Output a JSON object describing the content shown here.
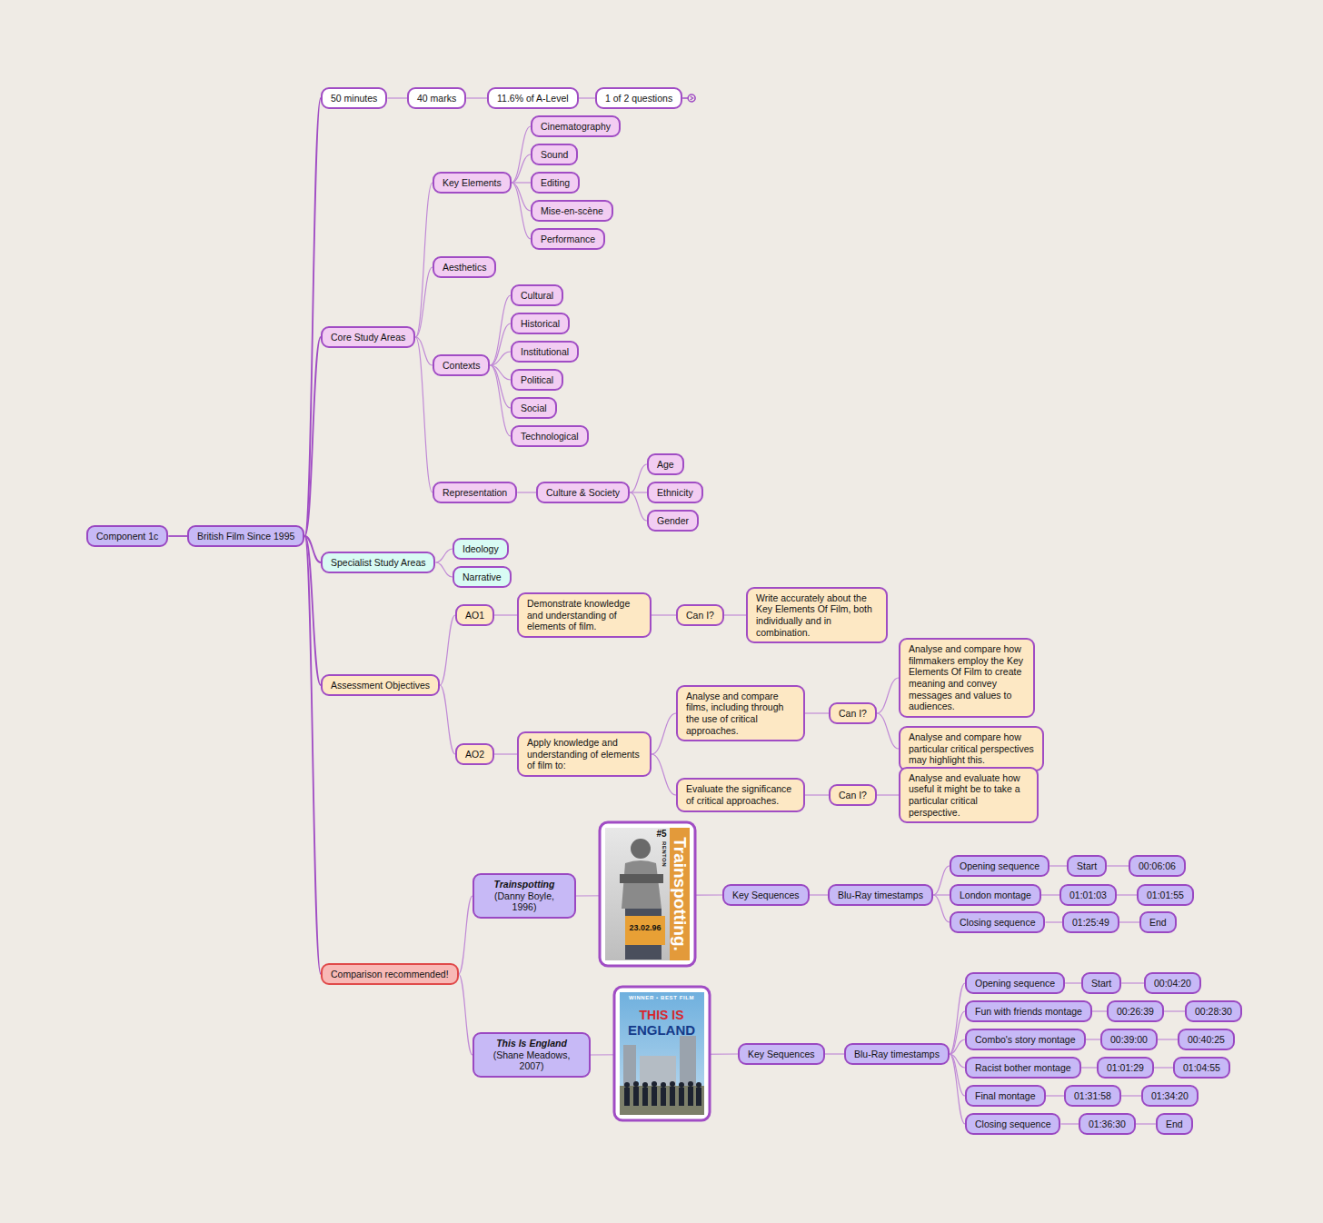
{
  "diagram": {
    "nodes": [
      {
        "text": [
          "Component 1c"
        ]
      },
      {
        "text": [
          "British Film Since 1995"
        ]
      },
      {
        "text": [
          "50 minutes"
        ]
      },
      {
        "text": [
          "40 marks"
        ]
      },
      {
        "text": [
          "11.6% of A-Level"
        ]
      },
      {
        "text": [
          "1 of 2 questions"
        ]
      },
      {
        "text": [
          "Core Study Areas"
        ]
      },
      {
        "text": [
          "Key Elements"
        ]
      },
      {
        "text": [
          "Cinematography"
        ]
      },
      {
        "text": [
          "Sound"
        ]
      },
      {
        "text": [
          "Editing"
        ]
      },
      {
        "text": [
          "Mise-en-scène"
        ]
      },
      {
        "text": [
          "Performance"
        ]
      },
      {
        "text": [
          "Aesthetics"
        ]
      },
      {
        "text": [
          "Contexts"
        ]
      },
      {
        "text": [
          "Cultural"
        ]
      },
      {
        "text": [
          "Historical"
        ]
      },
      {
        "text": [
          "Institutional"
        ]
      },
      {
        "text": [
          "Political"
        ]
      },
      {
        "text": [
          "Social"
        ]
      },
      {
        "text": [
          "Technological"
        ]
      },
      {
        "text": [
          "Representation"
        ]
      },
      {
        "text": [
          "Culture & Society"
        ]
      },
      {
        "text": [
          "Age"
        ]
      },
      {
        "text": [
          "Ethnicity"
        ]
      },
      {
        "text": [
          "Gender"
        ]
      },
      {
        "text": [
          "Specialist Study Areas"
        ]
      },
      {
        "text": [
          "Ideology"
        ]
      },
      {
        "text": [
          "Narrative"
        ]
      },
      {
        "text": [
          "Assessment Objectives"
        ]
      },
      {
        "text": [
          "AO1"
        ]
      },
      {
        "text": [
          "Demonstrate knowledge and understanding of elements of film."
        ]
      },
      {
        "text": [
          "Can I?"
        ]
      },
      {
        "text": [
          "Write accurately about the Key Elements Of Film, both individually and in combination."
        ]
      },
      {
        "text": [
          "AO2"
        ]
      },
      {
        "text": [
          "Apply knowledge and understanding of elements of film to:"
        ]
      },
      {
        "text": [
          "Analyse and compare films, including through the use of critical approaches."
        ]
      },
      {
        "text": [
          "Can I?"
        ]
      },
      {
        "text": [
          "Analyse and compare how filmmakers employ the Key Elements Of Film to create meaning and convey messages and values to audiences."
        ]
      },
      {
        "text": [
          "Analyse and compare how particular critical perspectives may highlight this."
        ]
      },
      {
        "text": [
          "Evaluate the significance of critical approaches."
        ]
      },
      {
        "text": [
          "Can I?"
        ]
      },
      {
        "text": [
          "Analyse and evaluate how useful it might be to take a particular critical perspective."
        ]
      },
      {
        "text": [
          "Comparison recommended!"
        ]
      },
      {
        "text": [
          "Trainspotting",
          "(Danny Boyle, 1996)"
        ]
      },
      {
        "text": [
          "Key Sequences"
        ]
      },
      {
        "text": [
          "Blu-Ray timestamps"
        ]
      },
      {
        "text": [
          "Opening sequence"
        ]
      },
      {
        "text": [
          "Start"
        ]
      },
      {
        "text": [
          "00:06:06"
        ]
      },
      {
        "text": [
          "London montage"
        ]
      },
      {
        "text": [
          "01:01:03"
        ]
      },
      {
        "text": [
          "01:01:55"
        ]
      },
      {
        "text": [
          "Closing sequence"
        ]
      },
      {
        "text": [
          "01:25:49"
        ]
      },
      {
        "text": [
          "End"
        ]
      },
      {
        "text": [
          "This Is England",
          "(Shane Meadows, 2007)"
        ]
      },
      {
        "text": [
          "Key Sequences"
        ]
      },
      {
        "text": [
          "Blu-Ray timestamps"
        ]
      },
      {
        "text": [
          "Opening sequence"
        ]
      },
      {
        "text": [
          "Start"
        ]
      },
      {
        "text": [
          "00:04:20"
        ]
      },
      {
        "text": [
          "Fun with friends montage"
        ]
      },
      {
        "text": [
          "00:26:39"
        ]
      },
      {
        "text": [
          "00:28:30"
        ]
      },
      {
        "text": [
          "Combo's story montage"
        ]
      },
      {
        "text": [
          "00:39:00"
        ]
      },
      {
        "text": [
          "00:40:25"
        ]
      },
      {
        "text": [
          "Racist bother montage"
        ]
      },
      {
        "text": [
          "01:01:29"
        ]
      },
      {
        "text": [
          "01:04:55"
        ]
      },
      {
        "text": [
          "Final montage"
        ]
      },
      {
        "text": [
          "01:31:58"
        ]
      },
      {
        "text": [
          "01:34:20"
        ]
      },
      {
        "text": [
          "Closing sequence"
        ]
      },
      {
        "text": [
          "01:36:30"
        ]
      },
      {
        "text": [
          "End"
        ]
      }
    ],
    "edges": [
      {
        "from": 0,
        "to": 1,
        "arrow": "none"
      },
      {
        "from": 1,
        "to": 2,
        "arrow": "none"
      },
      {
        "from": 2,
        "to": 3,
        "arrow": "none"
      },
      {
        "from": 3,
        "to": 4,
        "arrow": "none"
      },
      {
        "from": 4,
        "to": 5,
        "arrow": "none"
      },
      {
        "from": 1,
        "to": 6,
        "arrow": "none"
      },
      {
        "from": 6,
        "to": 7,
        "arrow": "none"
      },
      {
        "from": 7,
        "to": 8,
        "arrow": "none"
      },
      {
        "from": 7,
        "to": 9,
        "arrow": "none"
      },
      {
        "from": 7,
        "to": 10,
        "arrow": "none"
      },
      {
        "from": 7,
        "to": 11,
        "arrow": "none"
      },
      {
        "from": 7,
        "to": 12,
        "arrow": "none"
      },
      {
        "from": 6,
        "to": 13,
        "arrow": "none"
      },
      {
        "from": 6,
        "to": 14,
        "arrow": "none"
      },
      {
        "from": 14,
        "to": 15,
        "arrow": "none"
      },
      {
        "from": 14,
        "to": 16,
        "arrow": "none"
      },
      {
        "from": 14,
        "to": 17,
        "arrow": "none"
      },
      {
        "from": 14,
        "to": 18,
        "arrow": "none"
      },
      {
        "from": 14,
        "to": 19,
        "arrow": "none"
      },
      {
        "from": 14,
        "to": 20,
        "arrow": "none"
      },
      {
        "from": 6,
        "to": 21,
        "arrow": "none"
      },
      {
        "from": 21,
        "to": 22,
        "arrow": "none"
      },
      {
        "from": 22,
        "to": 23,
        "arrow": "none"
      },
      {
        "from": 22,
        "to": 24,
        "arrow": "none"
      },
      {
        "from": 22,
        "to": 25,
        "arrow": "none"
      },
      {
        "from": 1,
        "to": 26,
        "arrow": "none"
      },
      {
        "from": 26,
        "to": 27,
        "arrow": "none"
      },
      {
        "from": 26,
        "to": 28,
        "arrow": "none"
      },
      {
        "from": 1,
        "to": 29,
        "arrow": "none"
      },
      {
        "from": 29,
        "to": 30,
        "arrow": "none"
      },
      {
        "from": 30,
        "to": 31,
        "arrow": "none"
      },
      {
        "from": 31,
        "to": 32,
        "arrow": "none"
      },
      {
        "from": 32,
        "to": 33,
        "arrow": "none"
      },
      {
        "from": 29,
        "to": 34,
        "arrow": "none"
      },
      {
        "from": 34,
        "to": 35,
        "arrow": "none"
      },
      {
        "from": 35,
        "to": 36,
        "arrow": "none"
      },
      {
        "from": 36,
        "to": 37,
        "arrow": "none"
      },
      {
        "from": 37,
        "to": 38,
        "arrow": "none"
      },
      {
        "from": 37,
        "to": 39,
        "arrow": "none"
      },
      {
        "from": 35,
        "to": 40,
        "arrow": "none"
      },
      {
        "from": 40,
        "to": 41,
        "arrow": "none"
      },
      {
        "from": 41,
        "to": 42,
        "arrow": "none"
      },
      {
        "from": 1,
        "to": 43,
        "arrow": "none"
      },
      {
        "from": 43,
        "to": 44,
        "arrow": "none"
      },
      {
        "from": 43,
        "to": 56,
        "arrow": "none"
      },
      {
        "from": 44,
        "to": 45,
        "arrow": "none"
      },
      {
        "from": 45,
        "to": 46,
        "arrow": "none"
      },
      {
        "from": 46,
        "to": 47,
        "arrow": "none"
      },
      {
        "from": 47,
        "to": 48,
        "arrow": "none"
      },
      {
        "from": 48,
        "to": 49,
        "arrow": "none"
      },
      {
        "from": 46,
        "to": 50,
        "arrow": "none"
      },
      {
        "from": 50,
        "to": 51,
        "arrow": "none"
      },
      {
        "from": 51,
        "to": 52,
        "arrow": "none"
      },
      {
        "from": 46,
        "to": 53,
        "arrow": "none"
      },
      {
        "from": 53,
        "to": 54,
        "arrow": "none"
      },
      {
        "from": 54,
        "to": 55,
        "arrow": "none"
      },
      {
        "from": 56,
        "to": 57,
        "arrow": "none"
      },
      {
        "from": 57,
        "to": 58,
        "arrow": "none"
      },
      {
        "from": 58,
        "to": 59,
        "arrow": "none"
      },
      {
        "from": 59,
        "to": 60,
        "arrow": "none"
      },
      {
        "from": 60,
        "to": 61,
        "arrow": "none"
      },
      {
        "from": 58,
        "to": 62,
        "arrow": "none"
      },
      {
        "from": 62,
        "to": 63,
        "arrow": "none"
      },
      {
        "from": 63,
        "to": 64,
        "arrow": "none"
      },
      {
        "from": 58,
        "to": 65,
        "arrow": "none"
      },
      {
        "from": 65,
        "to": 66,
        "arrow": "none"
      },
      {
        "from": 66,
        "to": 67,
        "arrow": "none"
      },
      {
        "from": 58,
        "to": 68,
        "arrow": "none"
      },
      {
        "from": 68,
        "to": 69,
        "arrow": "none"
      },
      {
        "from": 69,
        "to": 70,
        "arrow": "none"
      },
      {
        "from": 58,
        "to": 71,
        "arrow": "none"
      },
      {
        "from": 71,
        "to": 72,
        "arrow": "none"
      },
      {
        "from": 72,
        "to": 73,
        "arrow": "none"
      },
      {
        "from": 58,
        "to": 74,
        "arrow": "none"
      },
      {
        "from": 74,
        "to": 75,
        "arrow": "none"
      },
      {
        "from": 75,
        "to": 76,
        "arrow": "none"
      }
    ],
    "labels": [
      "#5",
      "RENTON",
      "Trainspotting.",
      "23.02.96",
      "WINNER • BEST FILM",
      "THIS IS",
      "ENGLAND"
    ]
  }
}
